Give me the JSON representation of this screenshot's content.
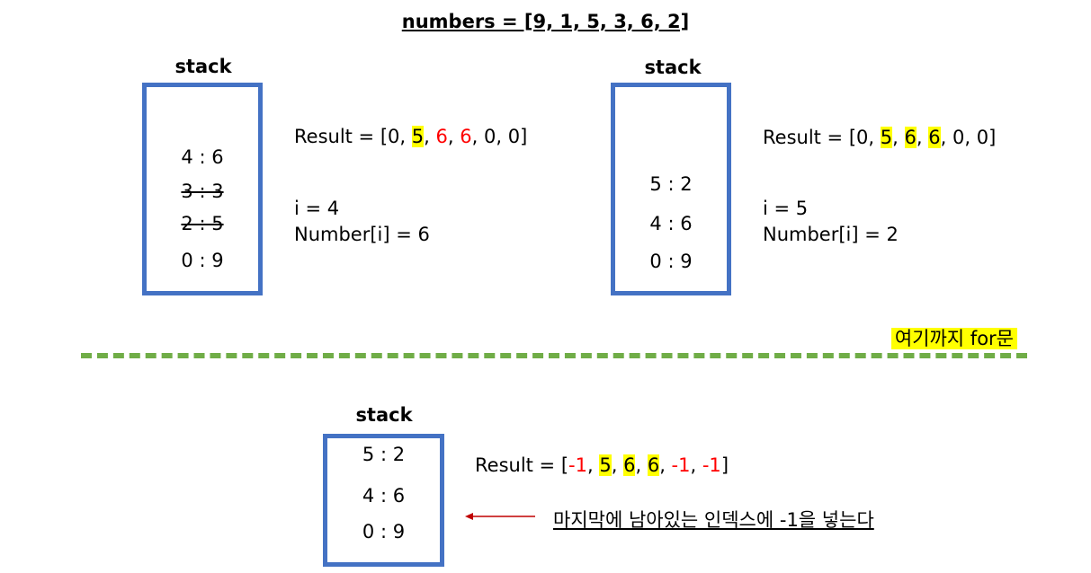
{
  "title": "numbers = [9, 1, 5, 3, 6, 2]",
  "panels": [
    {
      "stack_label": "stack",
      "entries": [
        "4 : 6",
        "3 : 3",
        "2 : 5",
        "0 : 9"
      ],
      "struck": [
        false,
        true,
        true,
        false
      ],
      "result_prefix": "Result = [",
      "result_items": [
        {
          "text": "0",
          "color": "black",
          "highlight": false
        },
        {
          "text": "5",
          "color": "black",
          "highlight": true
        },
        {
          "text": "6",
          "color": "red",
          "highlight": false
        },
        {
          "text": "6",
          "color": "red",
          "highlight": false
        },
        {
          "text": "0",
          "color": "black",
          "highlight": false
        },
        {
          "text": "0",
          "color": "black",
          "highlight": false
        }
      ],
      "result_suffix": "]",
      "i_text": "i = 4",
      "num_text": "Number[i] = 6"
    },
    {
      "stack_label": "stack",
      "entries": [
        "5 : 2",
        "4 : 6",
        "0 : 9"
      ],
      "struck": [
        false,
        false,
        false
      ],
      "result_prefix": "Result = [",
      "result_items": [
        {
          "text": "0",
          "color": "black",
          "highlight": false
        },
        {
          "text": "5",
          "color": "black",
          "highlight": true
        },
        {
          "text": "6",
          "color": "black",
          "highlight": true
        },
        {
          "text": "6",
          "color": "black",
          "highlight": true
        },
        {
          "text": "0",
          "color": "black",
          "highlight": false
        },
        {
          "text": "0",
          "color": "black",
          "highlight": false
        }
      ],
      "result_suffix": "]",
      "i_text": "i = 5",
      "num_text": "Number[i] = 2"
    },
    {
      "stack_label": "stack",
      "entries": [
        "5 : 2",
        "4 : 6",
        "0 : 9"
      ],
      "struck": [
        false,
        false,
        false
      ],
      "result_prefix": "Result = [",
      "result_items": [
        {
          "text": "-1",
          "color": "red",
          "highlight": false
        },
        {
          "text": "5",
          "color": "black",
          "highlight": true
        },
        {
          "text": "6",
          "color": "black",
          "highlight": true
        },
        {
          "text": "6",
          "color": "black",
          "highlight": true
        },
        {
          "text": "-1",
          "color": "red",
          "highlight": false
        },
        {
          "text": "-1",
          "color": "red",
          "highlight": false
        }
      ],
      "result_suffix": "]"
    }
  ],
  "divider_note": "여기까지 for문",
  "final_note": "마지막에 남아있는 인덱스에 -1을 넣는다",
  "colors": {
    "box_border": "#4472c4",
    "divider": "#70ad47",
    "highlight": "#ffff00",
    "red": "#ff0000",
    "arrow": "#c00000"
  }
}
